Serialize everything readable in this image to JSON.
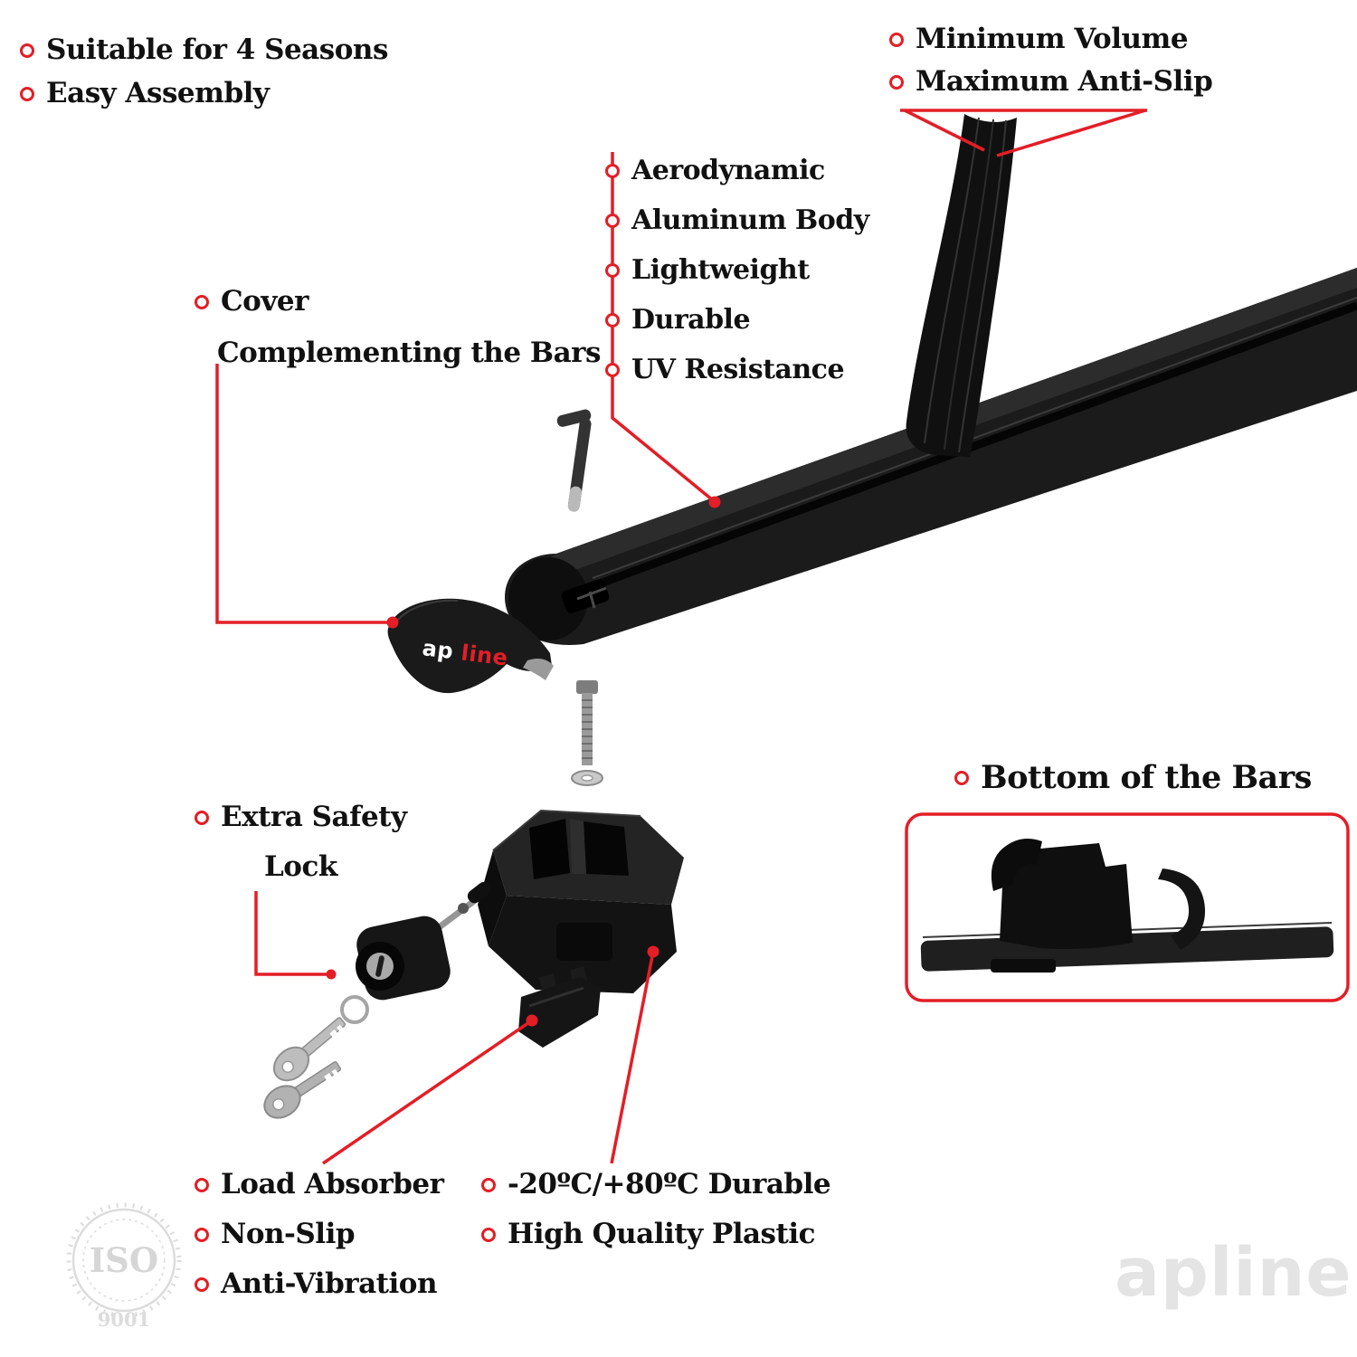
{
  "colors": {
    "accent": "#e31e26",
    "text": "#111111",
    "product_black": "#161616",
    "watermark_gray": "#dedede"
  },
  "top_left_features": {
    "items": [
      "Suitable for 4 Seasons",
      "Easy Assembly"
    ]
  },
  "top_right_features": {
    "items": [
      "Minimum Volume",
      "Maximum Anti-Slip"
    ]
  },
  "bar_features": {
    "items": [
      "Aerodynamic",
      "Aluminum Body",
      "Lightweight",
      "Durable",
      "UV Resistance"
    ]
  },
  "cover_label": {
    "line1": "Cover",
    "line2": "Complementing the Bars"
  },
  "lock_label": {
    "line1": "Extra Safety",
    "line2": "Lock"
  },
  "bottom_view": {
    "label": "Bottom of the Bars"
  },
  "bottom_left_features": {
    "items": [
      "Load Absorber",
      "Non-Slip",
      "Anti-Vibration"
    ]
  },
  "bottom_center_features": {
    "items": [
      "-20ºC/+80ºC Durable",
      "High Quality Plastic"
    ]
  },
  "brand": {
    "prefix": "ap",
    "suffix": "line"
  },
  "watermarks": {
    "iso_title": "ISO",
    "iso_number": "9001",
    "brand": "apline"
  }
}
